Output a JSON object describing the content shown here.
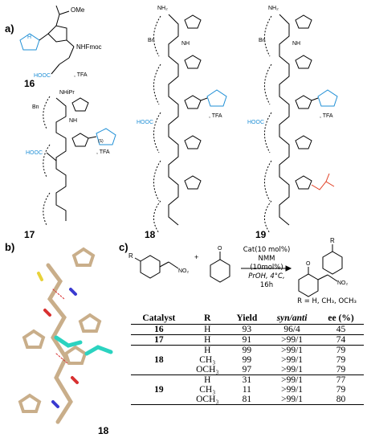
{
  "panel_labels": {
    "a": "a)",
    "b": "b)",
    "c": "c)"
  },
  "compounds": {
    "c16": {
      "id": "16",
      "groups": {
        "ester": "OMe",
        "amine": "NHFmoc",
        "acid": "HOOC",
        "salt": ", TFA",
        "nh": "H"
      }
    },
    "c17": {
      "id": "17",
      "label_suffix": "17",
      "groups": {
        "amide": "NHiPr",
        "bn": "Bn",
        "nh": "NH",
        "acid": "HOOC",
        "salt": ", TFA",
        "stereo": "(S)"
      }
    },
    "c18": {
      "id": "18",
      "label_suffix": "18",
      "groups": {
        "amide": "NH₂",
        "bn": "Bn",
        "nh": "NH",
        "acid": "HOOC",
        "salt": ", TFA"
      }
    },
    "c19": {
      "id": "19",
      "label_suffix": "19",
      "groups": {
        "amide": "NH₂",
        "bn": "Bn",
        "nh": "NH",
        "acid": "HOOC",
        "salt": ", TFA"
      }
    }
  },
  "model_label": "18",
  "reaction": {
    "r_group": "R",
    "nitro": "NO₂",
    "ketone": "O",
    "plus": "+",
    "cond1": "Cat(10 mol%)",
    "cond2": "NMM (10mol%)",
    "cond3": "PrOH, 4°C,",
    "cond4": "16h",
    "r_def": "R = H, CH₃, OCH₃"
  },
  "table": {
    "headers": [
      "Catalyst",
      "R",
      "Yield",
      "syn/anti",
      "ee (%)"
    ],
    "rows": [
      {
        "catalyst": "16",
        "r": "H",
        "yield": "93",
        "syn_anti": "96/4",
        "ee": "45"
      },
      {
        "catalyst": "17",
        "r": "H",
        "yield": "91",
        "syn_anti": ">99/1",
        "ee": "74"
      },
      {
        "catalyst": "",
        "r": "H",
        "yield": "99",
        "syn_anti": ">99/1",
        "ee": "79"
      },
      {
        "catalyst": "18",
        "r": "CH₃",
        "yield": "99",
        "syn_anti": ">99/1",
        "ee": "79"
      },
      {
        "catalyst": "",
        "r": "OCH₃",
        "yield": "97",
        "syn_anti": ">99/1",
        "ee": "79"
      },
      {
        "catalyst": "",
        "r": "H",
        "yield": "31",
        "syn_anti": ">99/1",
        "ee": "77"
      },
      {
        "catalyst": "19",
        "r": "CH₃",
        "yield": "11",
        "syn_anti": ">99/1",
        "ee": "79"
      },
      {
        "catalyst": "",
        "r": "OCH₃",
        "yield": "81",
        "syn_anti": ">99/1",
        "ee": "80"
      }
    ]
  },
  "colors": {
    "blue": "#1f8fd6",
    "red": "#e03a1e",
    "cyan": "#2bd3c0",
    "tan": "#c9ae8a"
  }
}
